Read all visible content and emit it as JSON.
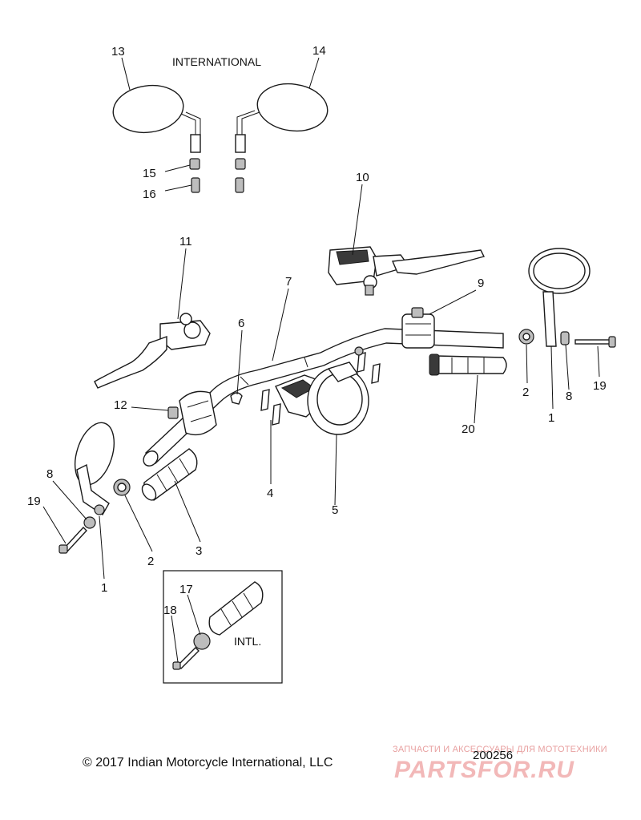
{
  "header": {
    "label": "INTERNATIONAL"
  },
  "inset": {
    "label": "INTL."
  },
  "callouts": {
    "c13": "13",
    "c14": "14",
    "c15": "15",
    "c16": "16",
    "c10": "10",
    "c11": "11",
    "c7": "7",
    "c9": "9",
    "c6": "6",
    "c12": "12",
    "c2r": "2",
    "c8r": "8",
    "c19r": "19",
    "c1r": "1",
    "c20": "20",
    "c4": "4",
    "c5": "5",
    "c8l": "8",
    "c19l": "19",
    "c1l": "1",
    "c2l": "2",
    "c3": "3",
    "c17": "17",
    "c18": "18"
  },
  "footer": {
    "copyright": "© 2017 Indian Motorcycle International, LLC",
    "drawing_number": "200256"
  },
  "watermark": {
    "tagline": "ЗАПЧАСТИ И АКСЕССУАРЫ ДЛЯ МОТОТЕХНИКИ",
    "logo": "PARTSFOR.RU"
  }
}
